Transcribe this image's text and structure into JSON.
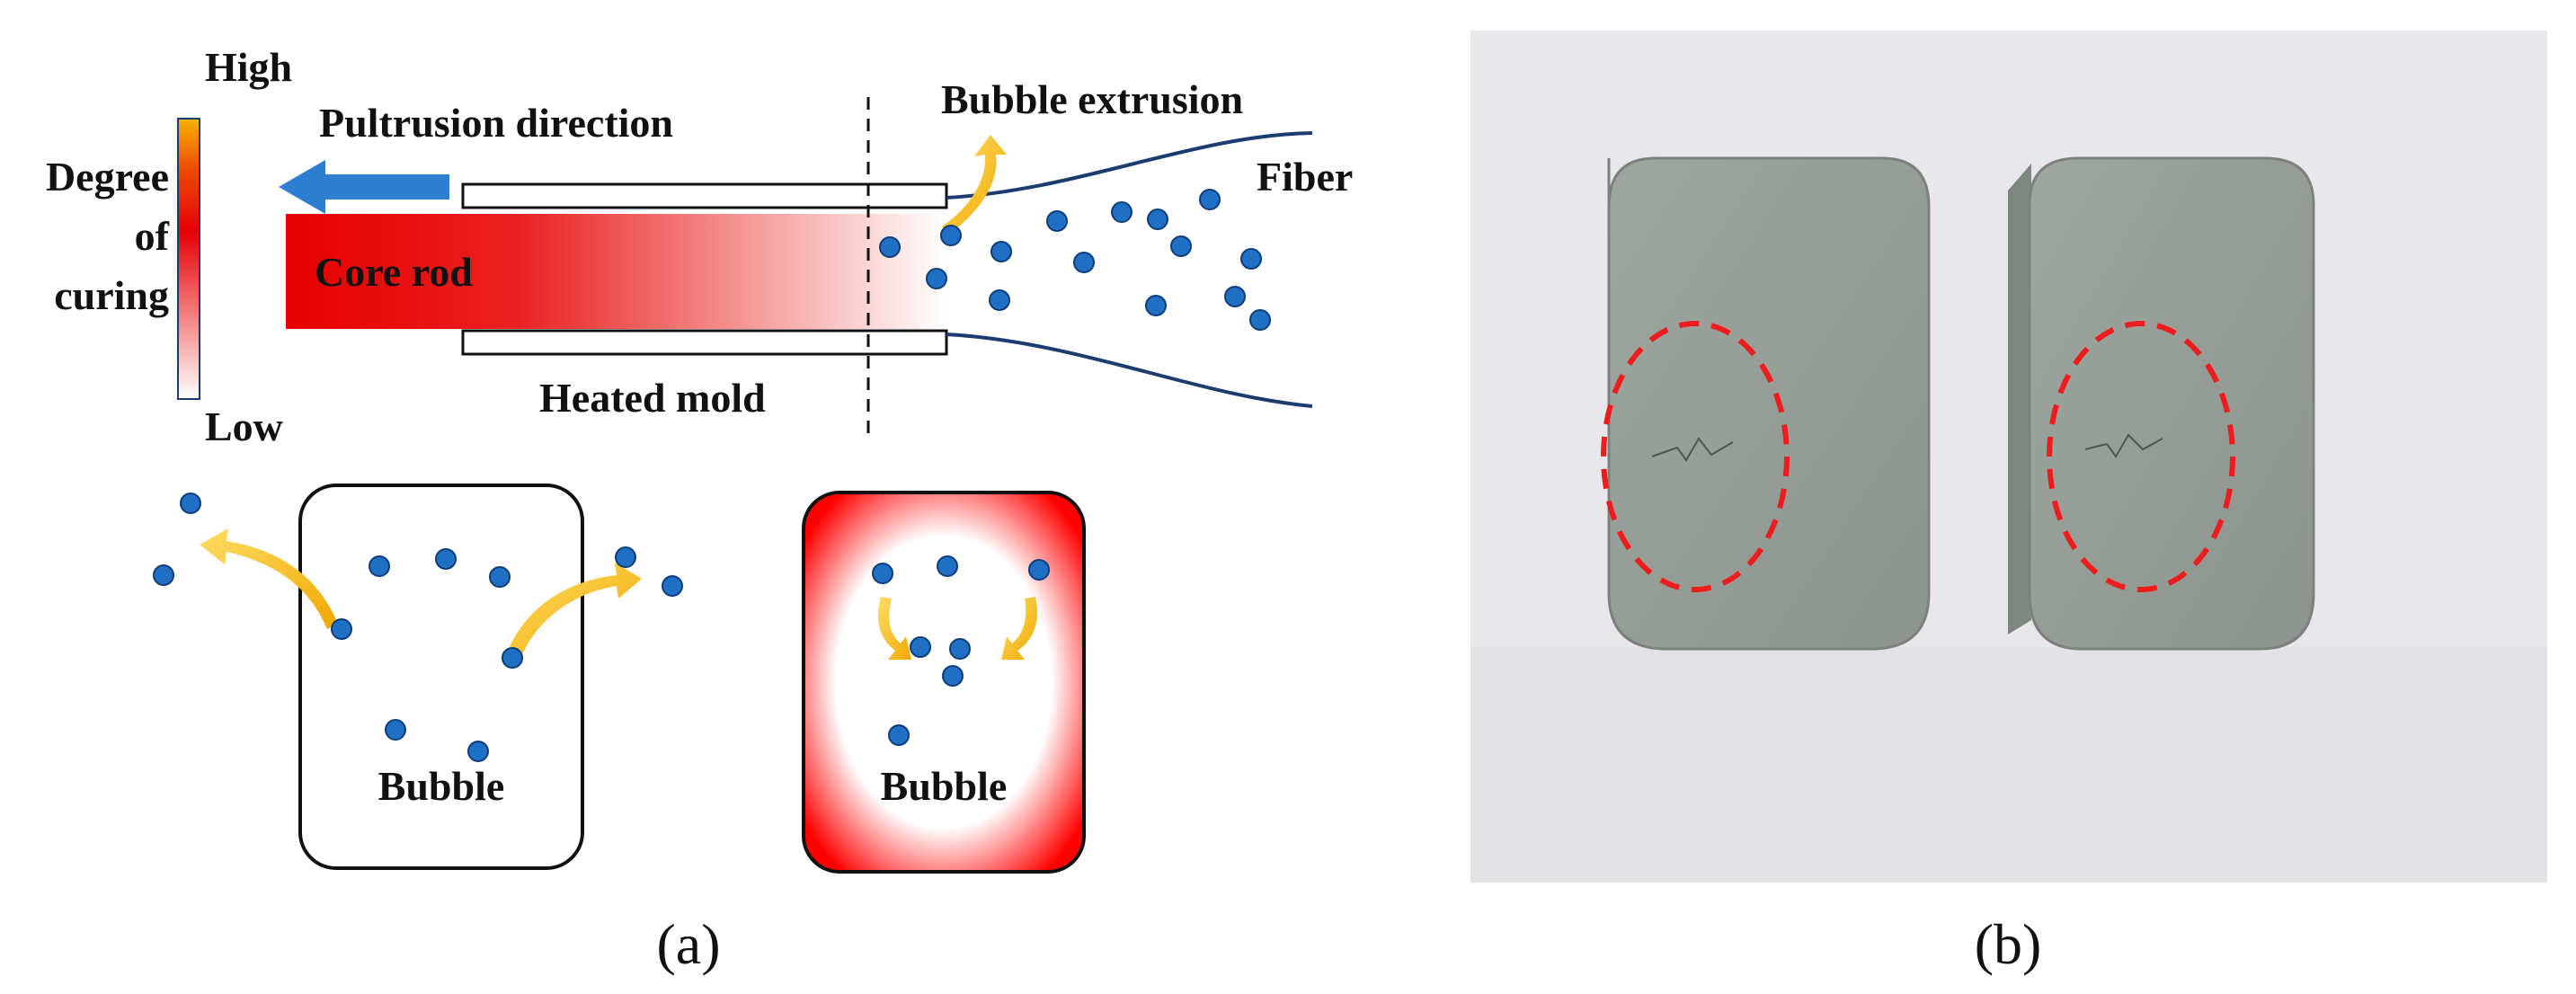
{
  "panel_a": {
    "legend": {
      "high": "High",
      "low": "Low",
      "title_lines": [
        "Degree",
        "of",
        "curing"
      ],
      "gradient_colors": [
        "#f5b400",
        "#e60000",
        "#ffffff"
      ]
    },
    "labels": {
      "pultrusion_direction": "Pultrusion direction",
      "core_rod": "Core rod",
      "heated_mold": "Heated mold",
      "bubble_extrusion": "Bubble extrusion",
      "fiber": "Fiber",
      "bubble_left": "Bubble",
      "bubble_right": "Bubble"
    },
    "caption": "(a)",
    "colors": {
      "core_rod": "#e60000",
      "bubble": "#1f6fc5",
      "arrow_blue": "#2f7fd0",
      "arrow_gold": "#f2b400"
    }
  },
  "panel_b": {
    "caption": "(b)",
    "colors": {
      "marking": "#ee1c1c",
      "block": "#97a09a",
      "background": "#e8e8ec"
    }
  }
}
